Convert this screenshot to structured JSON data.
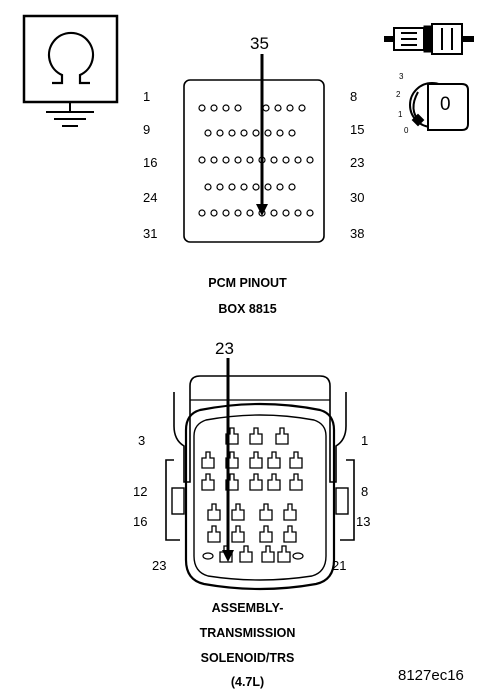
{
  "pcm": {
    "callout_pin": "35",
    "left_pins": [
      "1",
      "9",
      "16",
      "24",
      "31"
    ],
    "right_pins": [
      "8",
      "15",
      "23",
      "30",
      "38"
    ],
    "caption_line1": "PCM PINOUT",
    "caption_line2": "BOX 8815"
  },
  "ignition": {
    "position_labels": [
      "3",
      "2",
      "1",
      "0"
    ],
    "key_label": "0"
  },
  "transmission": {
    "callout_pin": "23",
    "left_pins": [
      "3",
      "12",
      "16",
      "23"
    ],
    "right_pins": [
      "1",
      "8",
      "13",
      "21"
    ],
    "caption_line1": "ASSEMBLY-",
    "caption_line2": "TRANSMISSION",
    "caption_line3": "SOLENOID/TRS",
    "caption_line4": "(4.7L)"
  },
  "figure_id": "8127ec16",
  "colors": {
    "ink": "#000000",
    "paper": "#ffffff"
  },
  "icons": [
    "ohmmeter-ground-icon",
    "harness-connector-icon",
    "ignition-key-icon"
  ]
}
